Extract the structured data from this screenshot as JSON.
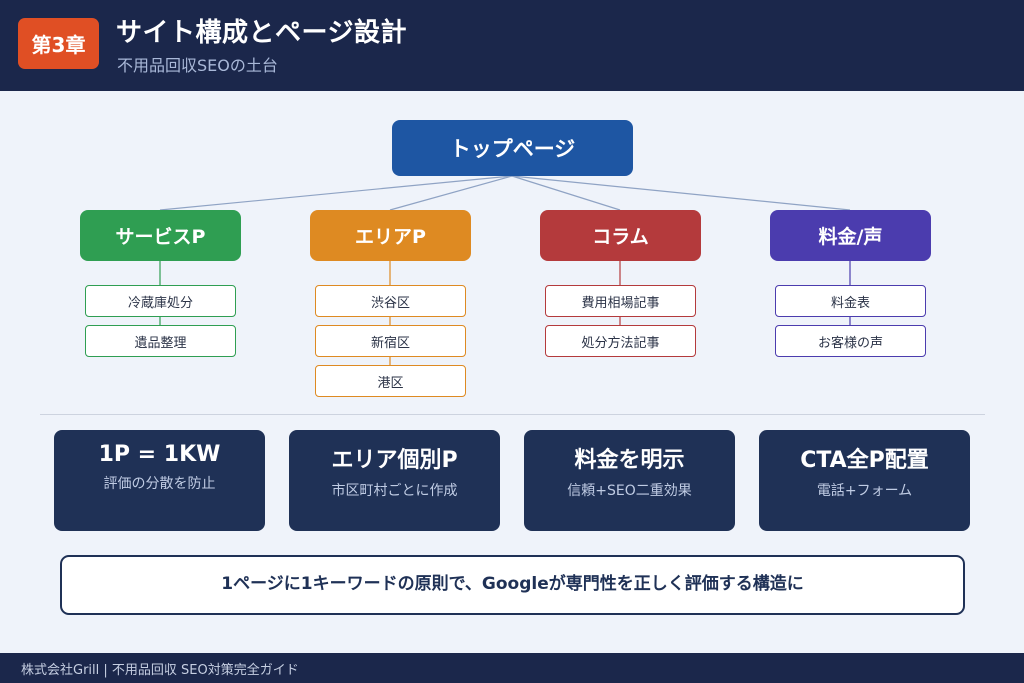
{
  "header": {
    "badge": "第3章",
    "title": "サイト構成とページ設計",
    "subtitle": "不用品回収SEOの土台"
  },
  "colors": {
    "header_bg": "#1b274b",
    "badge": "#e04f24",
    "top_node": "#1e56a3",
    "service": "#2f9e52",
    "area": "#de8a22",
    "column": "#b43a3c",
    "price": "#4b3cae",
    "principle_bg": "#1f3156",
    "page_bg": "#eff3fa"
  },
  "sitemap": {
    "top": "トップページ",
    "categories": [
      {
        "label": "サービスP",
        "children": [
          "冷蔵庫処分",
          "遺品整理"
        ]
      },
      {
        "label": "エリアP",
        "children": [
          "渋谷区",
          "新宿区",
          "港区"
        ]
      },
      {
        "label": "コラム",
        "children": [
          "費用相場記事",
          "処分方法記事"
        ]
      },
      {
        "label": "料金/声",
        "children": [
          "料金表",
          "お客様の声"
        ]
      }
    ]
  },
  "principles": [
    {
      "title": "1P = 1KW",
      "desc": "評価の分散を防止"
    },
    {
      "title": "エリア個別P",
      "desc": "市区町村ごとに作成"
    },
    {
      "title": "料金を明示",
      "desc": "信頼+SEO二重効果"
    },
    {
      "title": "CTA全P配置",
      "desc": "電話+フォーム"
    }
  ],
  "summary": "1ページに1キーワードの原則で、Googleが専門性を正しく評価する構造に",
  "footer": "株式会社Grill | 不用品回収 SEO対策完全ガイド"
}
